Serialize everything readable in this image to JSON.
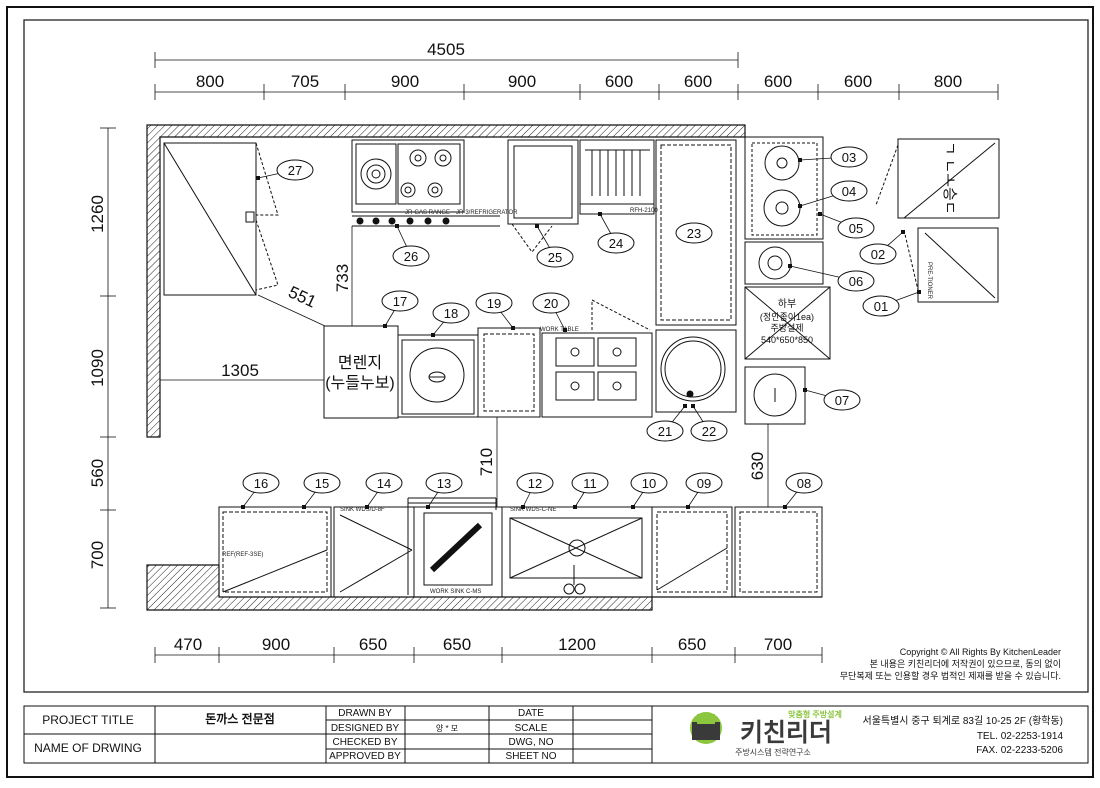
{
  "dims": {
    "top_total": "4505",
    "top": [
      "800",
      "705",
      "900",
      "900",
      "600",
      "600",
      "600",
      "600",
      "800"
    ],
    "left": [
      "1260",
      "1090",
      "560",
      "700"
    ],
    "bottom": [
      "470",
      "900",
      "650",
      "650",
      "1200",
      "650",
      "700"
    ],
    "inner": [
      "551",
      "733",
      "1305",
      "710",
      "630"
    ]
  },
  "tags": [
    "01",
    "02",
    "03",
    "04",
    "05",
    "06",
    "07",
    "08",
    "09",
    "10",
    "11",
    "12",
    "13",
    "14",
    "15",
    "16",
    "17",
    "18",
    "19",
    "20",
    "21",
    "22",
    "23",
    "24",
    "25",
    "26",
    "27"
  ],
  "labels": {
    "noodle_line1": "면렌지",
    "noodle_line2": "(누들누보)",
    "box_lines": [
      "하부",
      "(정안종이1ea)",
      "주방설제",
      "540*650*850"
    ],
    "rotated_label": "ㄱ ㄴㅗ승ㄷ",
    "rotated_small": "PRE-TIONER",
    "eq_small": [
      "JR-GAS RANGE",
      "JR-3/REFRIGERATOR",
      "RFH-2100",
      "REF(REF-3SE)",
      "SINK WDS/D-8F",
      "SINK WDS-C-NE",
      "WORK SINK C-MS",
      "WORK TABLE"
    ]
  },
  "copyright": {
    "line1": "Copyright © All Rights By KitchenLeader",
    "line2": "본 내용은 키친리더에 저작권이 있으므로, 동의 없이",
    "line3": "무단복제 또는 인용할 경우 법적인 제재를 받을 수 있습니다."
  },
  "title_block": {
    "project_title_label": "PROJECT TITLE",
    "project_title": "돈까스 전문점",
    "drawing_name_label": "NAME OF DRWING",
    "drawn_by": "DRAWN BY",
    "designed_by": "DESIGNED BY",
    "designer": "양 * 모",
    "checked_by": "CHECKED BY",
    "approved_by": "APPROVED BY",
    "date": "DATE",
    "scale": "SCALE",
    "dwg_no": "DWG, NO",
    "sheet_no": "SHEET NO",
    "logo_tagline": "맞춤형 주방설계",
    "logo_name": "키친리더",
    "logo_sub": "주방시스템 전략연구소",
    "address": "서울특별시 중구 퇴계로 83길 10-25 2F (황학동)",
    "tel": "TEL. 02-2253-1914",
    "fax": "FAX. 02-2233-5206"
  },
  "colors": {
    "line": "#111111",
    "logo_green": "#8cc63f",
    "logo_dark": "#3a3a3a"
  }
}
